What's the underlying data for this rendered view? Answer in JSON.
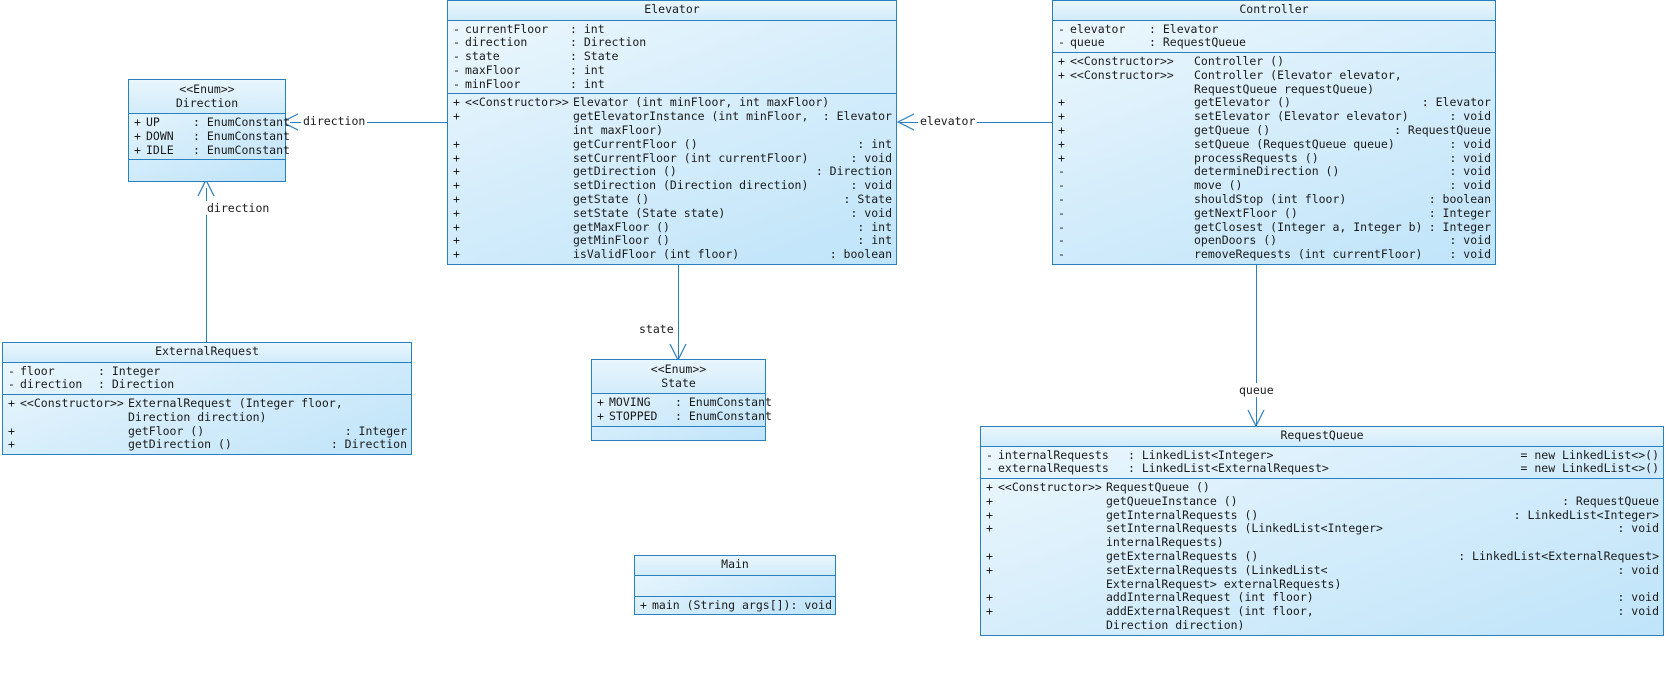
{
  "diagram": {
    "type": "uml-class-diagram",
    "accent_color": "#2a7fc1",
    "fill_color": "#bfe4fa",
    "background": "#ffffff"
  },
  "classes": {
    "elevator": {
      "name": "Elevator",
      "attributes": [
        {
          "vis": "-",
          "name": "currentFloor",
          "type": "int"
        },
        {
          "vis": "-",
          "name": "direction",
          "type": "Direction"
        },
        {
          "vis": "-",
          "name": "state",
          "type": "State"
        },
        {
          "vis": "-",
          "name": "maxFloor",
          "type": "int"
        },
        {
          "vis": "-",
          "name": "minFloor",
          "type": "int"
        }
      ],
      "methods": [
        {
          "vis": "+",
          "stereo": "<<Constructor>>",
          "sig": "Elevator (int minFloor, int maxFloor)",
          "ret": ""
        },
        {
          "vis": "+",
          "stereo": "",
          "sig": "getElevatorInstance (int minFloor,",
          "cont": "int maxFloor)",
          "ret": ": Elevator"
        },
        {
          "vis": "+",
          "stereo": "",
          "sig": "getCurrentFloor ()",
          "ret": ": int"
        },
        {
          "vis": "+",
          "stereo": "",
          "sig": "setCurrentFloor (int currentFloor)",
          "ret": ": void"
        },
        {
          "vis": "+",
          "stereo": "",
          "sig": "getDirection ()",
          "ret": ": Direction"
        },
        {
          "vis": "+",
          "stereo": "",
          "sig": "setDirection (Direction direction)",
          "ret": ": void"
        },
        {
          "vis": "+",
          "stereo": "",
          "sig": "getState ()",
          "ret": ": State"
        },
        {
          "vis": "+",
          "stereo": "",
          "sig": "setState (State state)",
          "ret": ": void"
        },
        {
          "vis": "+",
          "stereo": "",
          "sig": "getMaxFloor ()",
          "ret": ": int"
        },
        {
          "vis": "+",
          "stereo": "",
          "sig": "getMinFloor ()",
          "ret": ": int"
        },
        {
          "vis": "+",
          "stereo": "",
          "sig": "isValidFloor (int floor)",
          "ret": ": boolean"
        }
      ]
    },
    "controller": {
      "name": "Controller",
      "attributes": [
        {
          "vis": "-",
          "name": "elevator",
          "type": "Elevator"
        },
        {
          "vis": "-",
          "name": "queue",
          "type": "RequestQueue"
        }
      ],
      "methods": [
        {
          "vis": "+",
          "stereo": "<<Constructor>>",
          "sig": "Controller ()",
          "ret": ""
        },
        {
          "vis": "+",
          "stereo": "<<Constructor>>",
          "sig": "Controller (Elevator elevator,",
          "cont": "RequestQueue requestQueue)",
          "ret": ""
        },
        {
          "vis": "+",
          "stereo": "",
          "sig": "getElevator ()",
          "ret": ": Elevator"
        },
        {
          "vis": "+",
          "stereo": "",
          "sig": "setElevator (Elevator elevator)",
          "ret": ": void"
        },
        {
          "vis": "+",
          "stereo": "",
          "sig": "getQueue ()",
          "ret": ": RequestQueue"
        },
        {
          "vis": "+",
          "stereo": "",
          "sig": "setQueue (RequestQueue queue)",
          "ret": ": void"
        },
        {
          "vis": "+",
          "stereo": "",
          "sig": "processRequests ()",
          "ret": ": void"
        },
        {
          "vis": "-",
          "stereo": "",
          "sig": "determineDirection ()",
          "ret": ": void"
        },
        {
          "vis": "-",
          "stereo": "",
          "sig": "move ()",
          "ret": ": void"
        },
        {
          "vis": "-",
          "stereo": "",
          "sig": "shouldStop (int floor)",
          "ret": ": boolean"
        },
        {
          "vis": "-",
          "stereo": "",
          "sig": "getNextFloor ()",
          "ret": ": Integer"
        },
        {
          "vis": "-",
          "stereo": "",
          "sig": "getClosest (Integer a, Integer b)",
          "ret": ": Integer"
        },
        {
          "vis": "-",
          "stereo": "",
          "sig": "openDoors ()",
          "ret": ": void"
        },
        {
          "vis": "-",
          "stereo": "",
          "sig": "removeRequests (int currentFloor)",
          "ret": ": void"
        }
      ]
    },
    "direction": {
      "stereotype": "<<Enum>>",
      "name": "Direction",
      "attributes": [
        {
          "vis": "+",
          "name": "UP",
          "type": "EnumConstant"
        },
        {
          "vis": "+",
          "name": "DOWN",
          "type": "EnumConstant"
        },
        {
          "vis": "+",
          "name": "IDLE",
          "type": "EnumConstant"
        }
      ],
      "methods": []
    },
    "state": {
      "stereotype": "<<Enum>>",
      "name": "State",
      "attributes": [
        {
          "vis": "+",
          "name": "MOVING",
          "type": "EnumConstant"
        },
        {
          "vis": "+",
          "name": "STOPPED",
          "type": "EnumConstant"
        }
      ],
      "methods": []
    },
    "external_request": {
      "name": "ExternalRequest",
      "attributes": [
        {
          "vis": "-",
          "name": "floor",
          "type": "Integer"
        },
        {
          "vis": "-",
          "name": "direction",
          "type": "Direction"
        }
      ],
      "methods": [
        {
          "vis": "+",
          "stereo": "<<Constructor>>",
          "sig": "ExternalRequest (Integer floor,",
          "cont": "Direction direction)",
          "ret": ""
        },
        {
          "vis": "+",
          "stereo": "",
          "sig": "getFloor ()",
          "ret": ": Integer"
        },
        {
          "vis": "+",
          "stereo": "",
          "sig": "getDirection ()",
          "ret": ": Direction"
        }
      ]
    },
    "request_queue": {
      "name": "RequestQueue",
      "attributes": [
        {
          "vis": "-",
          "name": "internalRequests",
          "type": "LinkedList<Integer>",
          "default": "= new LinkedList<>()"
        },
        {
          "vis": "-",
          "name": "externalRequests",
          "type": "LinkedList<ExternalRequest>",
          "default": "= new LinkedList<>()"
        }
      ],
      "methods": [
        {
          "vis": "+",
          "stereo": "<<Constructor>>",
          "sig": "RequestQueue ()",
          "ret": ""
        },
        {
          "vis": "+",
          "stereo": "",
          "sig": "getQueueInstance ()",
          "ret": ": RequestQueue"
        },
        {
          "vis": "+",
          "stereo": "",
          "sig": "getInternalRequests ()",
          "ret": ": LinkedList<Integer>"
        },
        {
          "vis": "+",
          "stereo": "",
          "sig": "setInternalRequests (LinkedList<Integer>",
          "cont": "internalRequests)",
          "ret": ": void"
        },
        {
          "vis": "+",
          "stereo": "",
          "sig": "getExternalRequests ()",
          "ret": ": LinkedList<ExternalRequest>"
        },
        {
          "vis": "+",
          "stereo": "",
          "sig": "setExternalRequests (LinkedList<",
          "cont": "ExternalRequest> externalRequests)",
          "ret": ": void"
        },
        {
          "vis": "+",
          "stereo": "",
          "sig": "addInternalRequest (int floor)",
          "ret": ": void"
        },
        {
          "vis": "+",
          "stereo": "",
          "sig": "addExternalRequest (int floor,",
          "cont": "Direction direction)",
          "ret": ": void"
        }
      ]
    },
    "main": {
      "name": "Main",
      "attributes": [],
      "methods": [
        {
          "vis": "+",
          "stereo": "",
          "sig": "main (String args[])",
          "ret": ": void"
        }
      ]
    }
  },
  "associations": [
    {
      "label": "direction",
      "from": "Elevator",
      "to": "Direction"
    },
    {
      "label": "direction",
      "from": "ExternalRequest",
      "to": "Direction"
    },
    {
      "label": "state",
      "from": "Elevator",
      "to": "State"
    },
    {
      "label": "elevator",
      "from": "Controller",
      "to": "Elevator"
    },
    {
      "label": "queue",
      "from": "Controller",
      "to": "RequestQueue"
    }
  ]
}
